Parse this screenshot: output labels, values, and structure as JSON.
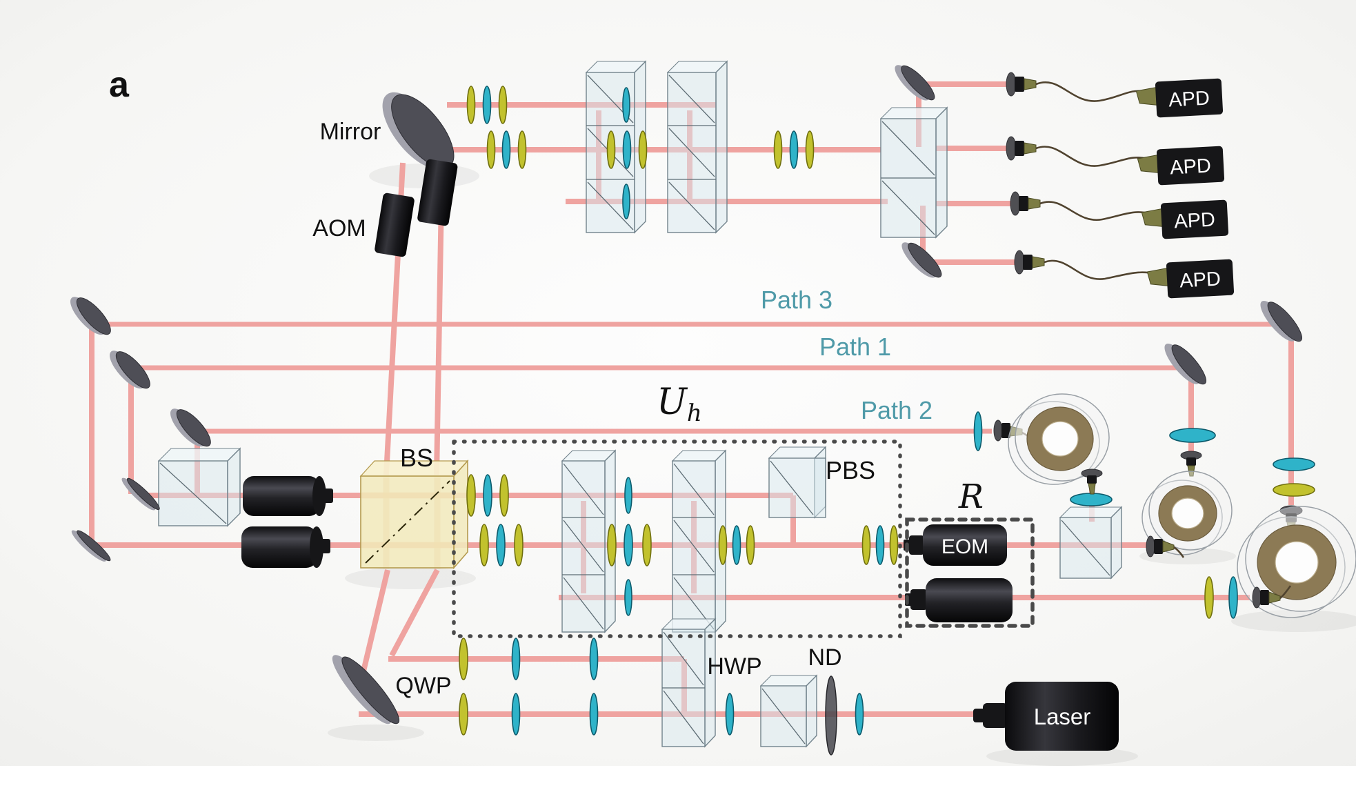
{
  "figure": {
    "panel_label": "a"
  },
  "labels": {
    "mirror": "Mirror",
    "aom": "AOM",
    "bs": "BS",
    "pbs": "PBS",
    "qwp": "QWP",
    "hwp": "HWP",
    "nd": "ND",
    "eom": "EOM",
    "laser": "Laser",
    "unitary_main": "U",
    "unitary_sub": "h",
    "rotation": "R"
  },
  "paths": [
    {
      "label": "Path 3"
    },
    {
      "label": "Path 1"
    },
    {
      "label": "Path 2"
    }
  ],
  "detectors": [
    {
      "label": "APD"
    },
    {
      "label": "APD"
    },
    {
      "label": "APD"
    },
    {
      "label": "APD"
    }
  ],
  "colors": {
    "beam": "#efa3a0",
    "beam_hot": "#e5975f",
    "path_label": "#4f9aa8",
    "wp_yellow": "#c2c22e",
    "wp_teal": "#2fb3c9",
    "glass_fill": "#d8e7ee",
    "glass_edge": "#72838c",
    "bs_fill": "#f1e9bd",
    "bs_edge": "#b49a4e",
    "dash": "#4a4a4a",
    "spool_ring": "#8c7a55",
    "background": "#f5f5f3",
    "ink": "#111111"
  }
}
